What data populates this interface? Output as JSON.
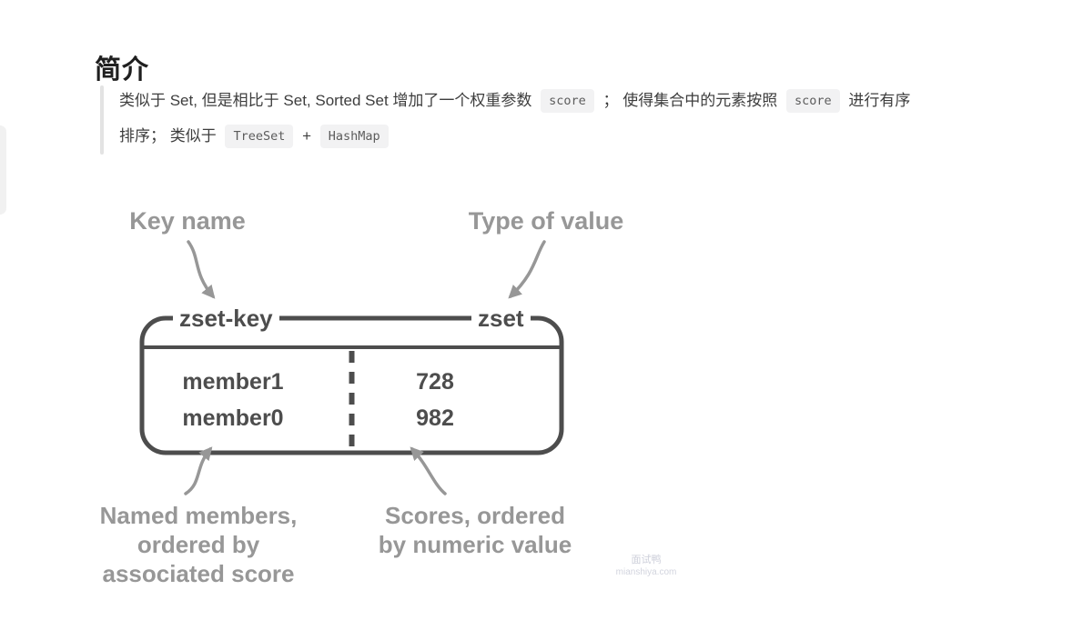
{
  "heading": {
    "title": "简介"
  },
  "quote": {
    "line1": {
      "t1": "类似于 Set, 但是相比于 Set, Sorted Set 增加了一个权重参数",
      "code1": "score",
      "t2": "；  使得集合中的元素按照",
      "code2": "score",
      "t3": "进行有序"
    },
    "line2": {
      "t1": "排序；  类似于",
      "code1": "TreeSet",
      "plus": "+",
      "code2": "HashMap"
    }
  },
  "diagram": {
    "top_labels": {
      "key_name": "Key name",
      "type_of_value": "Type of value"
    },
    "box": {
      "key": "zset-key",
      "type": "zset",
      "rows": [
        {
          "member": "member1",
          "score": "728"
        },
        {
          "member": "member0",
          "score": "982"
        }
      ]
    },
    "bottom_labels": {
      "members": [
        "Named members,",
        "ordered by",
        "associated score"
      ],
      "scores": [
        "Scores, ordered",
        "by numeric value"
      ]
    },
    "colors": {
      "outline": "#4d4d4d",
      "gray": "#979797"
    }
  },
  "watermark": {
    "line1": "面试鸭",
    "line2": "mianshiya.com"
  }
}
